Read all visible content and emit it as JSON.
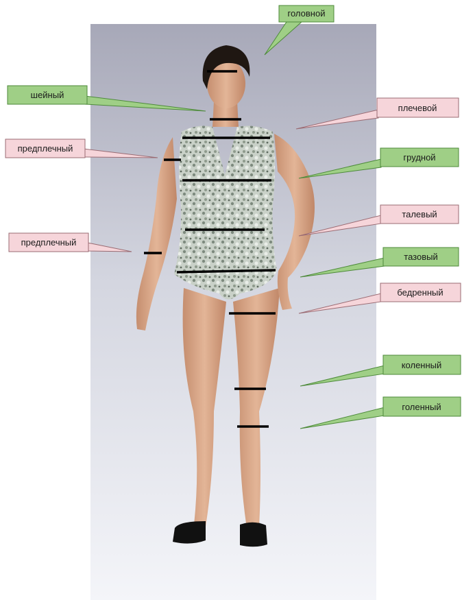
{
  "colors": {
    "green_box": "#9fcf86",
    "green_border": "#4d8a3a",
    "pink_box": "#f6d5da",
    "pink_border": "#9a6b73",
    "measure_line": "#000000"
  },
  "labels": {
    "head": "головной",
    "neck": "шейный",
    "shoulder": "плечевой",
    "forearm_upper": "предплечный",
    "chest": "грудной",
    "forearm_lower": "предплечный",
    "waist": "талевый",
    "pelvis": "тазовый",
    "thigh": "бедренный",
    "knee": "коленный",
    "shin": "голенный"
  },
  "figure": {
    "description_icon": "female-mannequin-figure"
  }
}
